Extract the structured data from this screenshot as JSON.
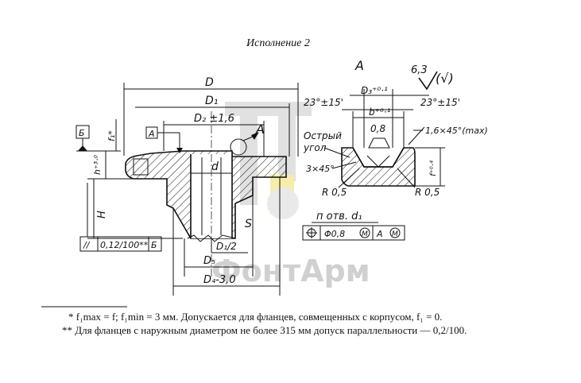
{
  "caption": "Исполнение 2",
  "view_label": "А",
  "roughness": "6,3",
  "flange": {
    "dims": {
      "D": "D",
      "D1": "D₁",
      "D2": "D₂ ±1,6",
      "d": "d",
      "D1_half": "D₁/2",
      "D5": "D₅",
      "D4": "D₄-3,0",
      "H": "H",
      "h": "h⁺³·⁰",
      "f": "f₁*",
      "s": "S"
    },
    "datum_a": "А",
    "datum_b": "Б",
    "parallel_tol": "0,12/100**",
    "parallel_datum": "Б"
  },
  "detail": {
    "d3": "D₃⁺⁰·¹",
    "b": "b⁺⁰·¹",
    "angle_left": "23°±15'",
    "angle_right": "23°±15'",
    "depth": "0,8",
    "chamfer": "1,6×45°(max)",
    "sharp_edge": "Острый угол",
    "chamfer_small": "3×45°",
    "r_left": "R 0,5",
    "r_right": "R 0,5",
    "f_label": "f⁺⁰·⁴",
    "hole_label": "п отв. d₁",
    "position_tol": "Φ0,8",
    "tol_mod1": "M",
    "tol_datum": "A",
    "tol_mod2": "M"
  },
  "watermark": "ФонтАрм",
  "footnotes": {
    "note1_star": "*",
    "note1": "f₁max = f; f₁min = 3 мм. Допускается для фланцев, совмещенных с корпусом, f₁ = 0.",
    "note2_star": "**",
    "note2": "Для фланцев с наружным диаметром не более 315 мм допуск параллельности — 0,2/100."
  }
}
